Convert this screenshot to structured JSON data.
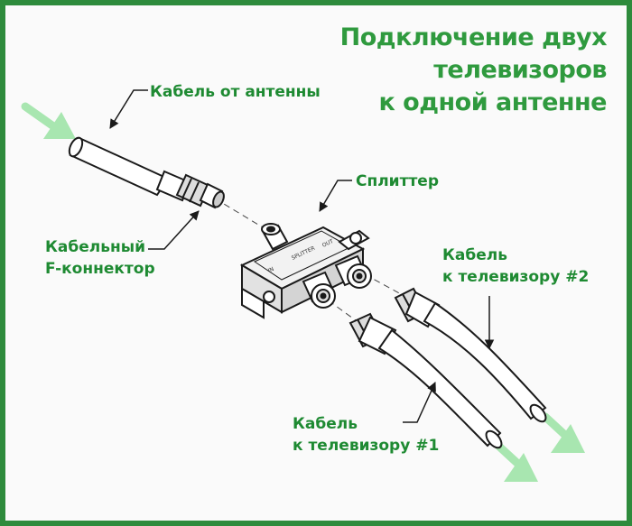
{
  "title": {
    "line1": "Подключение двух",
    "line2": "телевизоров",
    "line3": "к одной антенне"
  },
  "labels": {
    "antenna_cable": "Кабель от антенны",
    "f_connector_line1": "Кабельный",
    "f_connector_line2": "F-коннектор",
    "splitter": "Сплиттер",
    "tv2_line1": "Кабель",
    "tv2_line2": "к телевизору #2",
    "tv1_line1": "Кабель",
    "tv1_line2": "к телевизору #1"
  },
  "device_text": {
    "brand": "SPLITTER",
    "port_in": "IN",
    "port_out": "OUT"
  },
  "colors": {
    "frame": "#2e8b3c",
    "title": "#2f9a3e",
    "label": "#1e8a32",
    "arrow": "#a8e6b0",
    "line": "#1a1a1a"
  },
  "icons": [
    "arrow-in-icon",
    "arrow-out-icon"
  ]
}
